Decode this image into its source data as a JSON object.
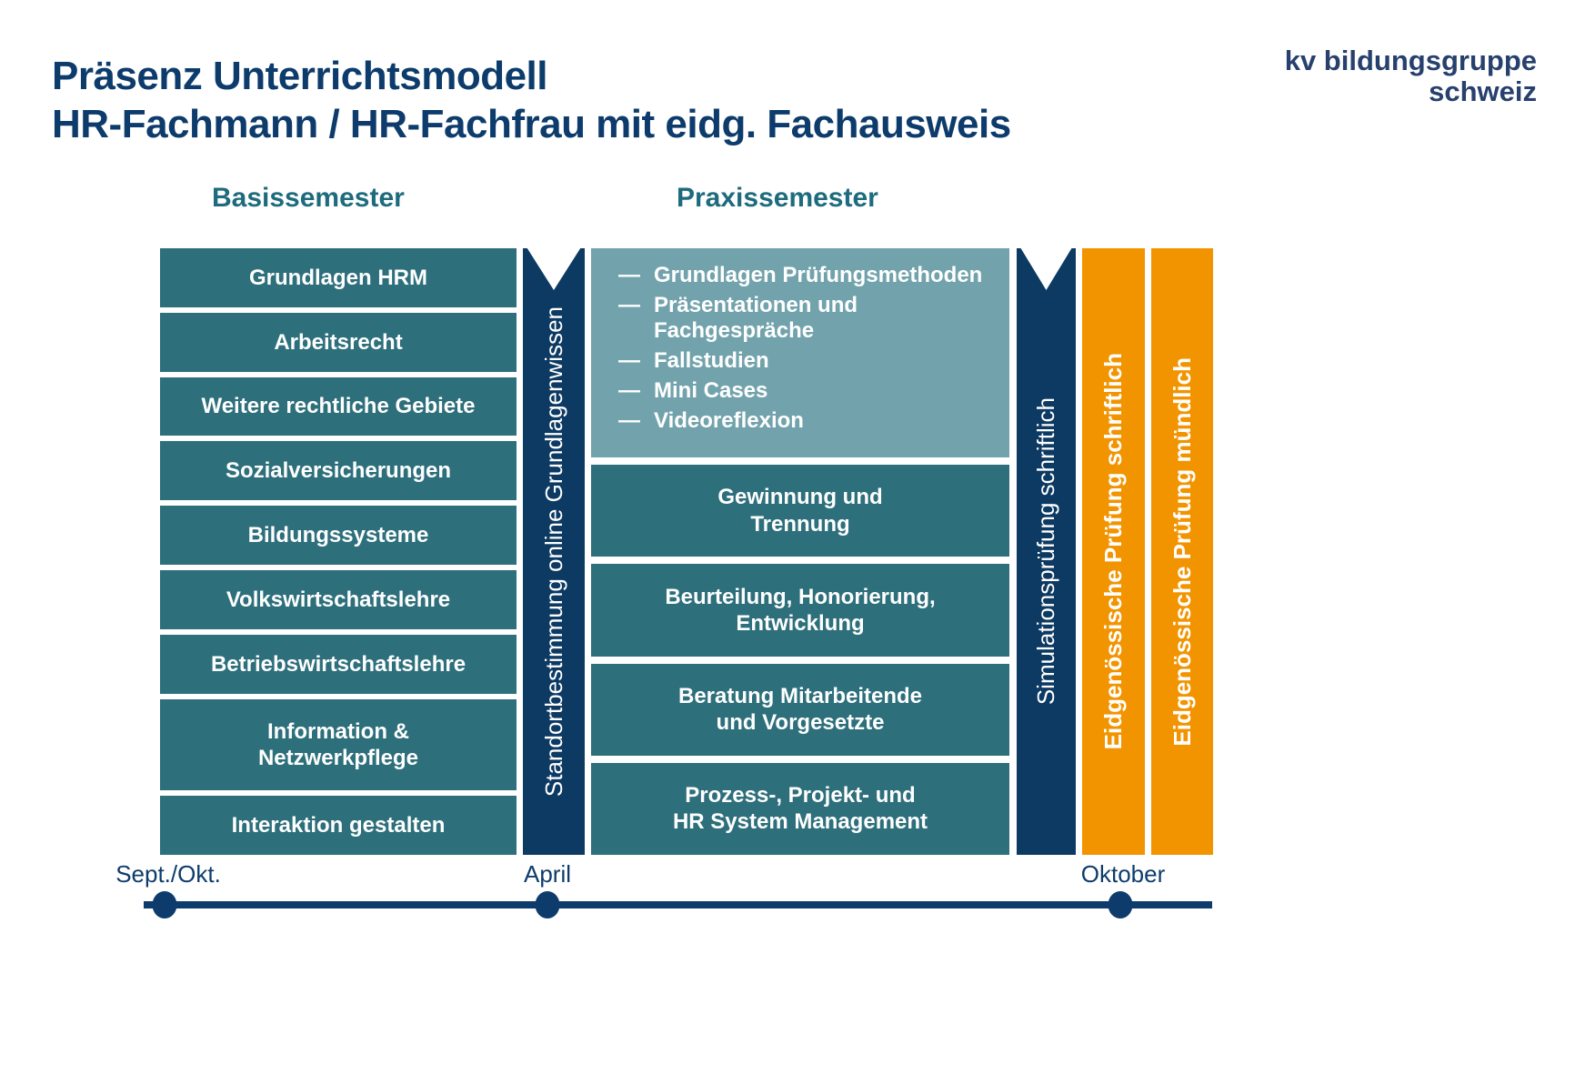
{
  "title": {
    "line1": "Präsenz Unterrichtsmodell",
    "line2": "HR-Fachmann / HR-Fachfrau mit eidg. Fachausweis"
  },
  "logo": {
    "line1": "kv bildungsgruppe",
    "line2": "schweiz"
  },
  "basis": {
    "header": "Basissemester",
    "boxes": [
      "Grundlagen HRM",
      "Arbeitsrecht",
      "Weitere rechtliche Gebiete",
      "Sozialversicherungen",
      "Bildungssysteme",
      "Volkswirtschaftslehre",
      "Betriebswirtschaftslehre",
      "Information &\nNetzwerkpflege",
      "Interaktion gestalten"
    ]
  },
  "praxis": {
    "header": "Praxissemester",
    "bullet_marker": "—",
    "bullets": [
      "Grundlagen Prüfungsmethoden",
      "Präsentationen und\nFachgespräche",
      "Fallstudien",
      "Mini Cases",
      "Videoreflexion"
    ],
    "boxes": [
      "Gewinnung und\nTrennung",
      "Beurteilung, Honorierung,\nEntwicklung",
      "Beratung Mitarbeitende\nund Vorgesetzte",
      "Prozess-, Projekt- und\nHR System Management"
    ]
  },
  "ribbons": {
    "standortbestimmung": "Standortbestimmung online Grundlagenwissen",
    "simulationspruefung": "Simulationsprüfung schriftlich",
    "pruefung_schriftlich": "Eidgenössische Prüfung schriftlich",
    "pruefung_muendlich": "Eidgenössische Prüfung mündlich"
  },
  "timeline": {
    "labels": [
      "Sept./Okt.",
      "April",
      "Oktober"
    ]
  },
  "colors": {
    "navy": "#0d3a63",
    "teal": "#2d6f7b",
    "light_teal": "#72a3ac",
    "orange": "#f29400",
    "header_teal": "#1d6b7d",
    "text_navy": "#0d3c6c"
  }
}
